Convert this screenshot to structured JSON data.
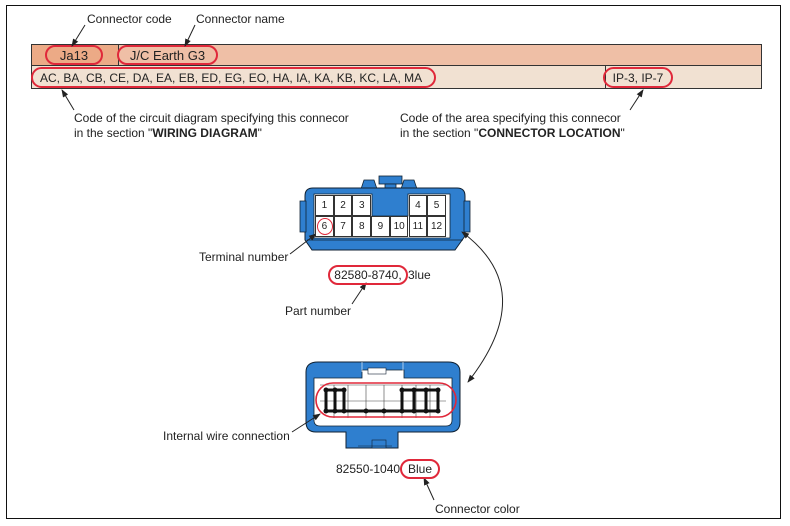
{
  "annotations": {
    "connector_code_label": "Connector code",
    "connector_name_label": "Connector name",
    "wiring_note_line1": "Code of the circuit diagram specifying this connecor",
    "wiring_note_line2_prefix": "in the section \"",
    "wiring_note_line2_bold": "WIRING DIAGRAM",
    "wiring_note_line2_suffix": "\"",
    "location_note_line1": "Code of the area specifying this connecor",
    "location_note_line2_prefix": "in the section \"",
    "location_note_line2_bold": "CONNECTOR LOCATION",
    "location_note_line2_suffix": "\"",
    "terminal_number_label": "Terminal number",
    "part_number_label": "Part number",
    "internal_wire_label": "Internal wire connection",
    "connector_color_label": "Connector color"
  },
  "header_table": {
    "connector_code": "Ja13",
    "connector_name": "J/C Earth G3",
    "circuit_codes": "AC, BA, CB, CE, DA, EA, EB, ED, EG, EO, HA, IA, KA, KB, KC, LA, MA",
    "area_codes": "IP-3, IP-7"
  },
  "male_connector": {
    "terminals_top": [
      "1",
      "2",
      "3",
      "4",
      "5"
    ],
    "terminals_bottom": [
      "6",
      "7",
      "8",
      "9",
      "10",
      "11",
      "12"
    ],
    "highlighted_terminal": "6",
    "part_number": "82580-8740,",
    "color_suffix": "3lue"
  },
  "female_connector": {
    "part_number": "82550-1040",
    "color": "Blue"
  },
  "colors": {
    "connector_blue": "#2f7fcf",
    "highlight_red": "#e0283a",
    "code_row_fill": "#efbfa6",
    "code_cell_fill": "#ecaa86",
    "info_row_fill": "#f1e1d2"
  }
}
